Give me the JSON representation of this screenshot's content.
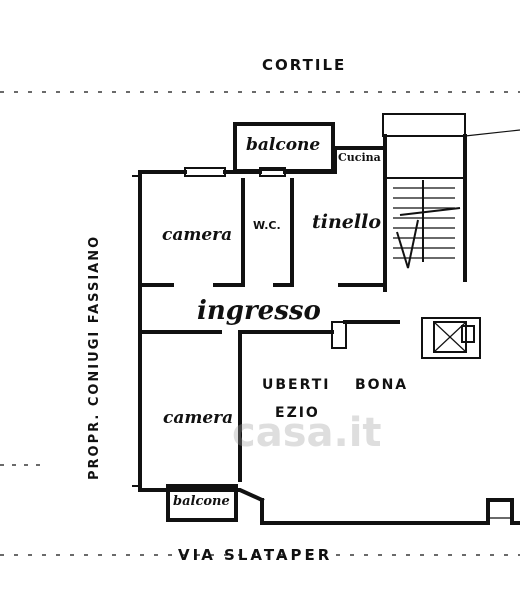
{
  "labels": {
    "top_street": "CORTILE",
    "bottom_street": "VIA  SLATAPER",
    "side_owner": "PROPR.  CONIUGI  FASSIANO",
    "balcony_top": "balcone",
    "kitchen": "Cucina",
    "bedroom_top": "camera",
    "bathroom": "W.C.",
    "dining": "tinello",
    "entrance": "ingresso",
    "neighbour_1": "UBERTI",
    "neighbour_2": "BONA",
    "neighbour_3": "EZIO",
    "bedroom_bottom": "camera",
    "balcony_bottom": "balcone"
  },
  "watermark": "casa.it"
}
